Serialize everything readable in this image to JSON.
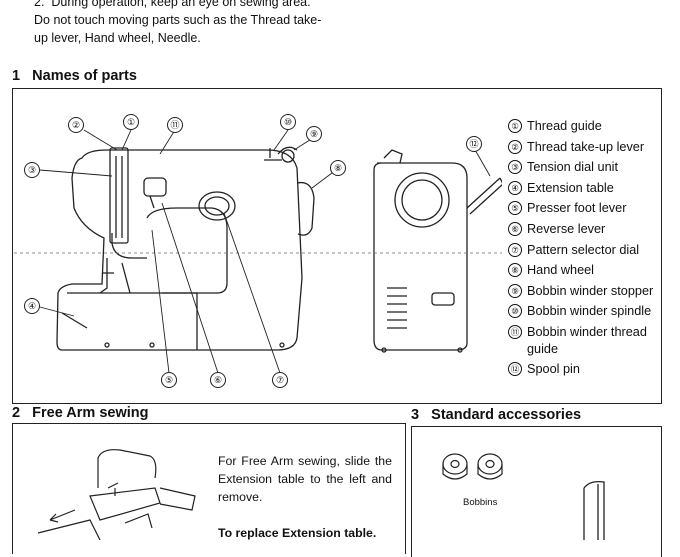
{
  "intro": {
    "number": "2.",
    "line1": "During operation, keep an eye on sewing area.",
    "line2": "Do not touch moving parts such as the Thread take-",
    "line3": "up lever, Hand wheel, Needle."
  },
  "section1": {
    "number": "1",
    "title": "Names of parts"
  },
  "callouts": [
    "①",
    "②",
    "③",
    "④",
    "⑤",
    "⑥",
    "⑦",
    "⑧",
    "⑨",
    "⑩",
    "⑪",
    "⑫"
  ],
  "parts": [
    {
      "num": "①",
      "label": "Thread guide"
    },
    {
      "num": "②",
      "label": "Thread take-up lever"
    },
    {
      "num": "③",
      "label": "Tension dial unit"
    },
    {
      "num": "④",
      "label": "Extension table"
    },
    {
      "num": "⑤",
      "label": "Presser foot lever"
    },
    {
      "num": "⑥",
      "label": "Reverse lever"
    },
    {
      "num": "⑦",
      "label": "Pattern selector dial"
    },
    {
      "num": "⑧",
      "label": "Hand wheel"
    },
    {
      "num": "⑨",
      "label": "Bobbin winder stopper"
    },
    {
      "num": "⑩",
      "label": "Bobbin winder spindle"
    },
    {
      "num": "⑪",
      "label": "Bobbin winder thread"
    },
    {
      "num": "⑪",
      "label": "guide"
    },
    {
      "num": "⑫",
      "label": "Spool pin"
    }
  ],
  "section2": {
    "number": "2",
    "title": "Free Arm sewing",
    "p1": "For Free Arm sewing,  slide the Extension table to the left and remove.",
    "p2": "To replace Extension table."
  },
  "section3": {
    "number": "3",
    "title": "Standard accessories",
    "bobbins_label": "Bobbins"
  }
}
